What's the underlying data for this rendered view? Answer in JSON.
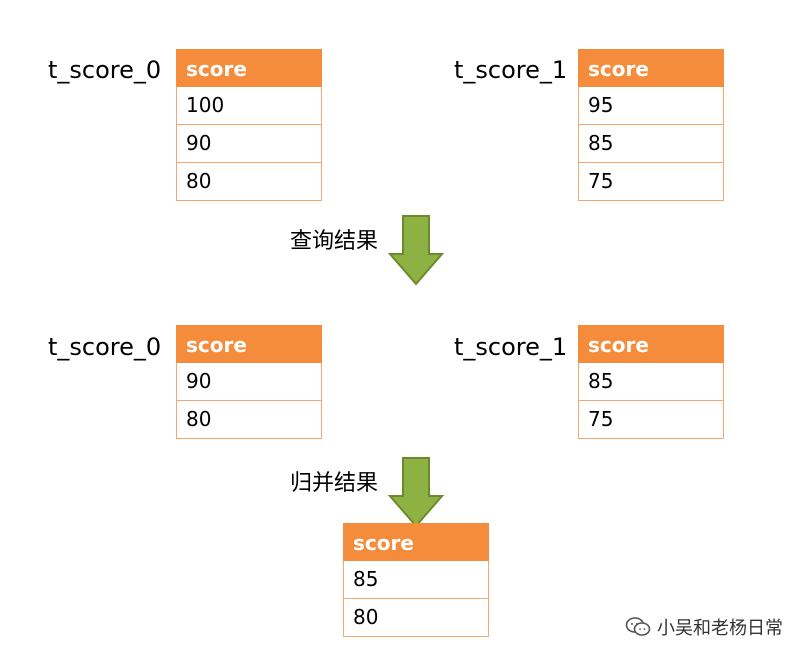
{
  "top": {
    "left": {
      "name": "t_score_0",
      "header": "score",
      "rows": [
        "100",
        "90",
        "80"
      ]
    },
    "right": {
      "name": "t_score_1",
      "header": "score",
      "rows": [
        "95",
        "85",
        "75"
      ]
    }
  },
  "step1": {
    "caption": "查询结果"
  },
  "middle": {
    "left": {
      "name": "t_score_0",
      "header": "score",
      "rows": [
        "90",
        "80"
      ]
    },
    "right": {
      "name": "t_score_1",
      "header": "score",
      "rows": [
        "85",
        "75"
      ]
    }
  },
  "step2": {
    "caption": "归并结果"
  },
  "result": {
    "header": "score",
    "rows": [
      "85",
      "80"
    ]
  },
  "watermark": {
    "text": "小吴和老杨日常",
    "icon": "wechat-icon"
  },
  "colors": {
    "header": "#f58c3b",
    "border": "#f3a873",
    "arrow": "#8db143",
    "arrow_stroke": "#6a8a2e"
  }
}
